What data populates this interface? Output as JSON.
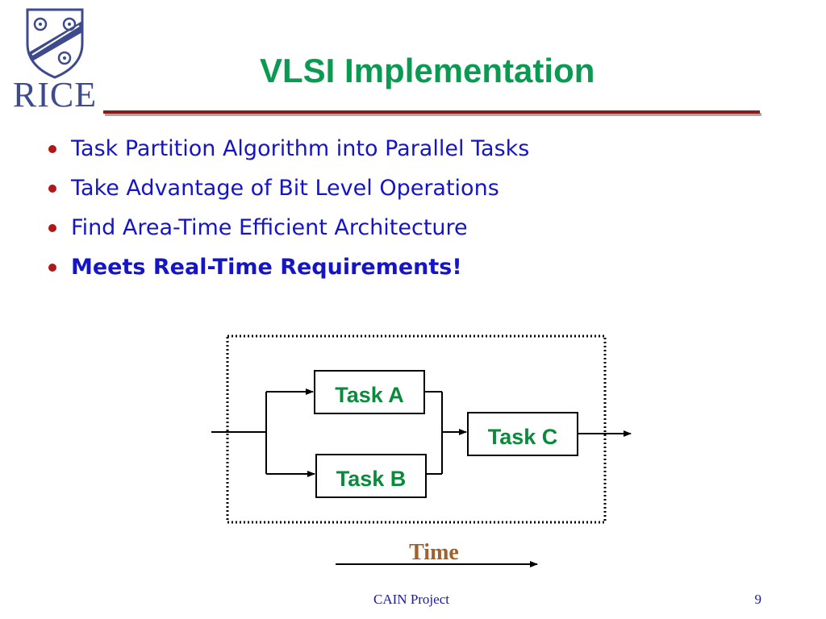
{
  "logo": {
    "text": "RICE"
  },
  "title": "VLSI Implementation",
  "bullets": [
    {
      "text": "Task Partition Algorithm into Parallel Tasks",
      "bold": false
    },
    {
      "text": "Take Advantage of Bit Level Operations",
      "bold": false
    },
    {
      "text": "Find Area-Time Efficient Architecture",
      "bold": false
    },
    {
      "text": "Meets Real-Time Requirements!",
      "bold": true
    }
  ],
  "diagram": {
    "task_a": "Task A",
    "task_b": "Task B",
    "task_c": "Task C",
    "time_label": "Time"
  },
  "footer": {
    "project": "CAIN Project",
    "page": "9"
  },
  "colors": {
    "title": "#0a9a52",
    "bullet_text": "#1515c6",
    "bullet_dot": "#b01818",
    "rule": "#8b1a1a",
    "task_text": "#0a8a3a",
    "time_label": "#a0622d",
    "footer": "#1a1aa0"
  }
}
